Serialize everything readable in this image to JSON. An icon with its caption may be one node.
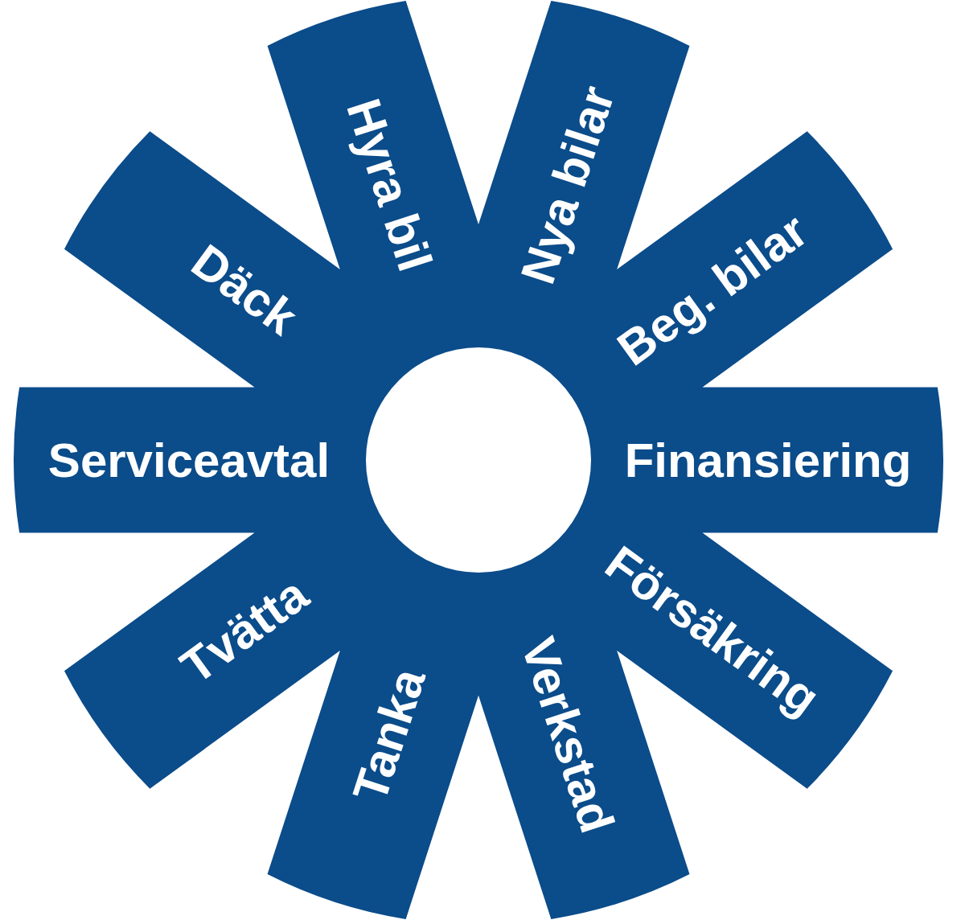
{
  "diagram": {
    "nodes": [
      {
        "text": [
          "Hyra bil",
          "Nya bilar",
          "Däck",
          "Beg. bilar",
          "Serviceavtal",
          "Finansiering",
          "Tvätta",
          "Försäkring",
          "Tanka",
          "Verkstad"
        ]
      }
    ]
  }
}
